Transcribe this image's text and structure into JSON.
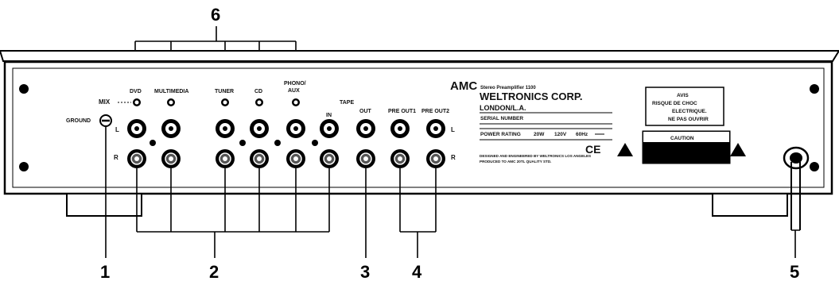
{
  "callouts": {
    "n1": "1",
    "n2": "2",
    "n3": "3",
    "n4": "4",
    "n5": "5",
    "n6": "6"
  },
  "panel": {
    "mix": "MIX",
    "ground": "GROUND",
    "ch_l": "L",
    "ch_r": "R",
    "ch_l_right": "L",
    "ch_r_right": "R",
    "inputs": {
      "dvd": "DVD",
      "multimedia": "MULTIMEDIA",
      "tuner": "TUNER",
      "cd": "CD",
      "phono_line1": "PHONO/",
      "phono_line2": "AUX"
    },
    "tape": "TAPE",
    "tape_in": "IN",
    "tape_out": "OUT",
    "pre_out1": "PRE OUT1",
    "pre_out2": "PRE OUT2"
  },
  "nameplate": {
    "brand": "AMC",
    "model": "Stereo Preamplifier 1100",
    "maker": "WELTRONICS CORP.",
    "city": "LONDON/L.A.",
    "serial": "SERIAL NUMBER",
    "power_label": "POWER RATING",
    "power_w": "20W",
    "power_v": "120V",
    "power_hz": "60Hz",
    "ce": "CE",
    "small_print_1": "DESIGNED AND ENGINEERED BY WELTRONICS LOS ANGELES",
    "small_print_2": "PRODUCED TO AMC 20TL QUALITY STD."
  },
  "warning": {
    "l1": "AVIS",
    "l2": "RISQUE DE CHOC",
    "l3": "ELECTRIQUE.",
    "l4": "NE PAS OUVRIR",
    "caution": "CAUTION"
  }
}
